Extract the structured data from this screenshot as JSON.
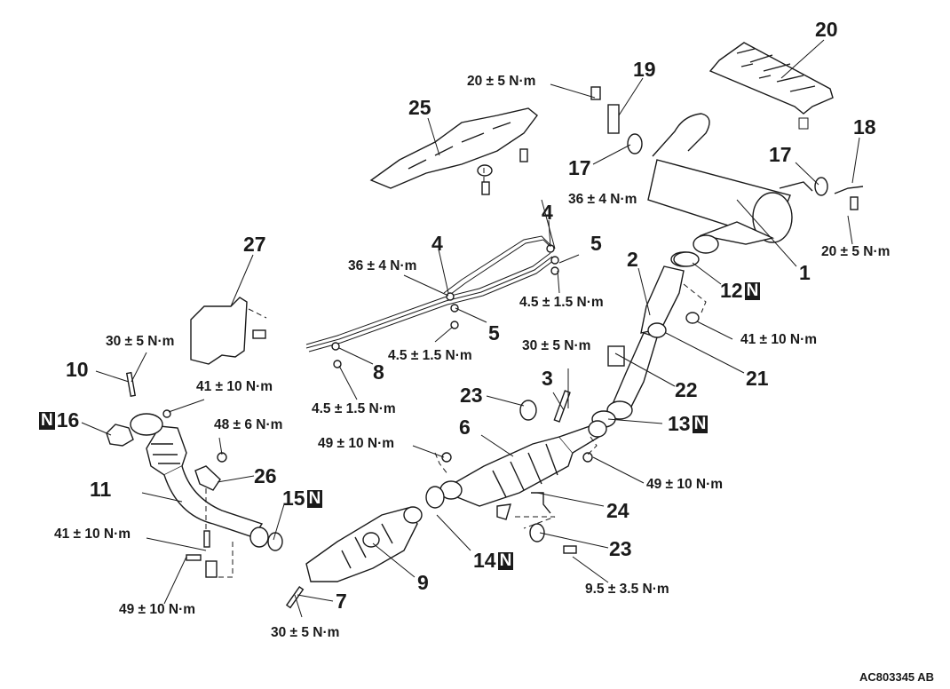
{
  "figure": {
    "title": "Exhaust system exploded view",
    "code": "AC803345 AB",
    "new_part_mark": "N"
  },
  "callouts": {
    "p1": "1",
    "p2": "2",
    "p3": "3",
    "p4a": "4",
    "p4b": "4",
    "p5a": "5",
    "p5b": "5",
    "p6": "6",
    "p7": "7",
    "p8": "8",
    "p9": "9",
    "p10": "10",
    "p11": "11",
    "p12": "12",
    "p13": "13",
    "p14": "14",
    "p15": "15",
    "p16": "16",
    "p17a": "17",
    "p17b": "17",
    "p18": "18",
    "p19": "19",
    "p20": "20",
    "p21": "21",
    "p22": "22",
    "p23a": "23",
    "p23b": "23",
    "p24": "24",
    "p25": "25",
    "p26": "26",
    "p27": "27"
  },
  "torques": {
    "t_19_bolt": "20 ± 5 N·m",
    "t_18_bolt": "20 ± 5 N·m",
    "t_4_upper": "36 ± 4 N·m",
    "t_4_lower": "36 ± 4 N·m",
    "t_5_upper": "4.5 ± 1.5 N·m",
    "t_5_lower": "4.5 ± 1.5 N·m",
    "t_8": "4.5 ± 1.5 N·m",
    "t_12_bolt": "41 ± 10 N·m",
    "t_3": "30 ± 5 N·m",
    "t_10": "30 ± 5 N·m",
    "t_16_nut": "41 ± 10 N·m",
    "t_26_bolt": "48 ± 6 N·m",
    "t_6_front_nut": "49 ± 10 N·m",
    "t_13_nut": "49 ± 10 N·m",
    "t_11_bolt": "41 ± 10 N·m",
    "t_spring_bolt": "49 ± 10 N·m",
    "t_7": "30 ± 5 N·m",
    "t_23_bolt": "9.5 ± 3.5 N·m"
  }
}
